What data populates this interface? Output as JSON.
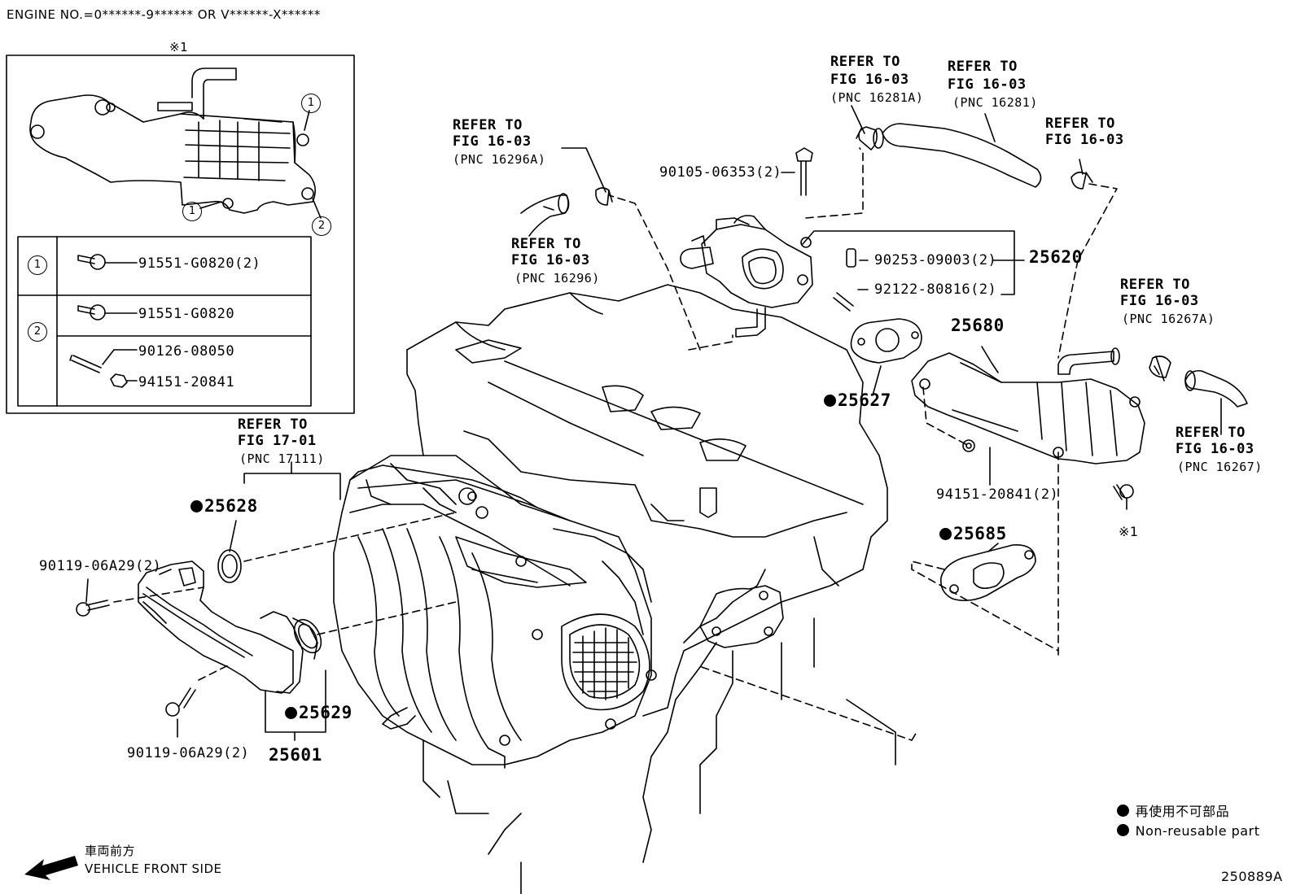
{
  "header": {
    "engine_no": "ENGINE NO.=0******-9****** OR V******-X******"
  },
  "inset": {
    "marker": "※1",
    "table": [
      {
        "key": "1",
        "parts": [
          "91551-G0820(2)"
        ]
      },
      {
        "key": "2",
        "parts": [
          "91551-G0820",
          "90126-08050",
          "94151-20841"
        ]
      }
    ]
  },
  "callouts": {
    "ref_1603_16296A": [
      "REFER TO",
      "FIG 16-03",
      "(PNC 16296A)"
    ],
    "ref_1603_16296": [
      "REFER TO",
      "FIG 16-03",
      "(PNC 16296)"
    ],
    "ref_1603_16281A": [
      "REFER TO",
      "FIG 16-03",
      "(PNC 16281A)"
    ],
    "ref_1603_16281": [
      "REFER TO",
      "FIG 16-03",
      "(PNC 16281)"
    ],
    "ref_1603_plain": [
      "REFER TO",
      "FIG 16-03"
    ],
    "ref_1603_16267A": [
      "REFER TO",
      "FIG 16-03",
      "(PNC 16267A)"
    ],
    "ref_1603_16267": [
      "REFER TO",
      "FIG 16-03",
      "(PNC 16267)"
    ],
    "ref_1701_17111": [
      "REFER TO",
      "FIG 17-01",
      "(PNC 17111)"
    ]
  },
  "parts": {
    "p_90105": "90105-06353(2)",
    "p_90253": "90253-09003(2)",
    "p_92122": "92122-80816(2)",
    "p_25620": "25620",
    "p_25680": "25680",
    "p_25627": "25627",
    "p_94151": "94151-20841(2)",
    "p_marker1": "※1",
    "p_25685": "25685",
    "p_25628": "25628",
    "p_90119_top": "90119-06A29(2)",
    "p_90119_bottom": "90119-06A29(2)",
    "p_25629": "25629",
    "p_25601": "25601"
  },
  "legend": {
    "jp": "再使用不可部品",
    "en": "Non-reusable part"
  },
  "direction": {
    "jp": "車両前方",
    "en": "VEHICLE FRONT SIDE"
  },
  "figure_id": "250889A"
}
